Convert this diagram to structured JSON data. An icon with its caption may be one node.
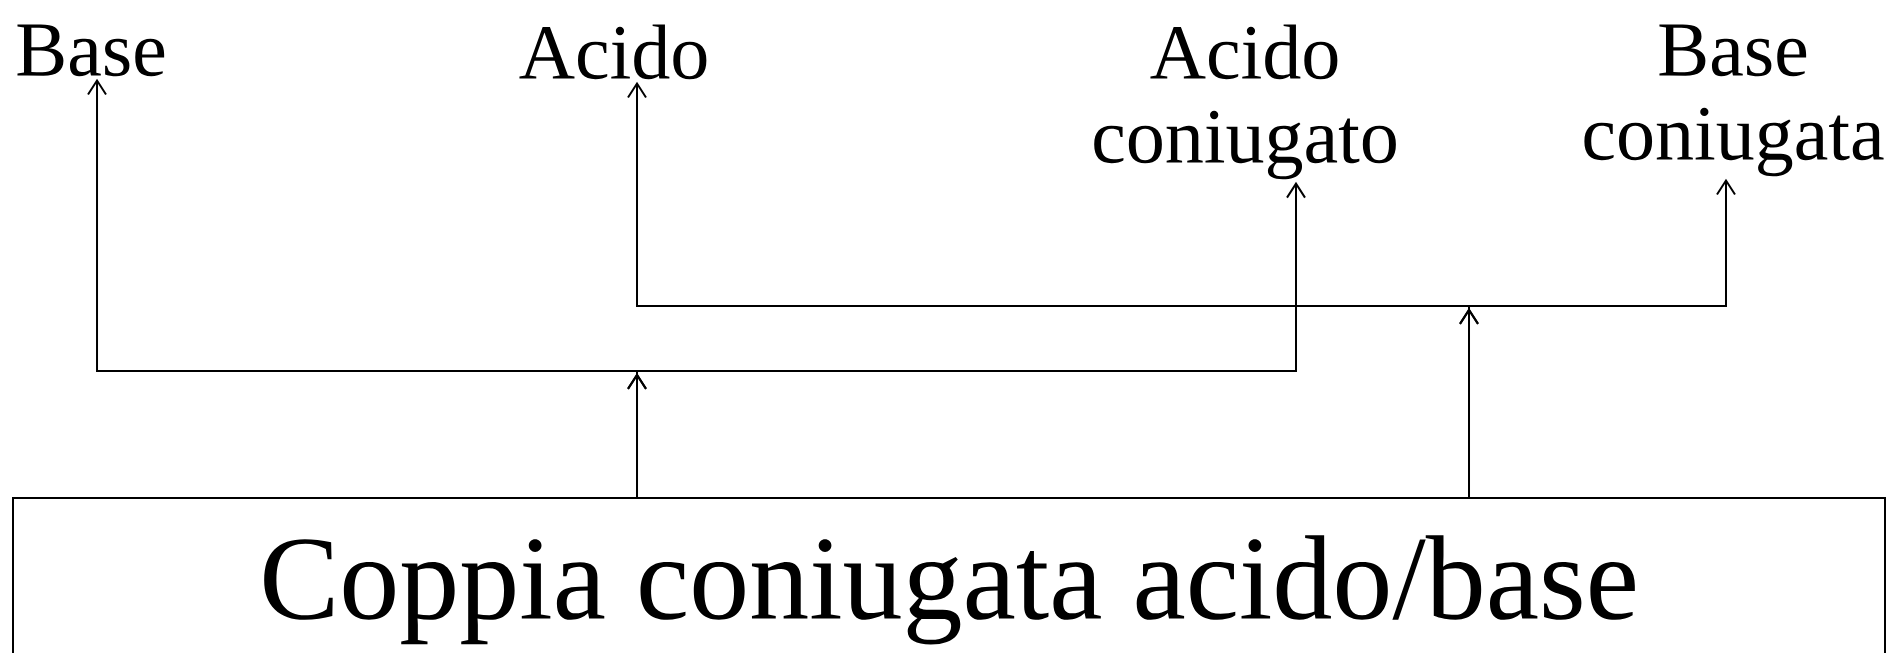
{
  "diagram": {
    "nodes": [
      {
        "text": [
          "Base"
        ]
      },
      {
        "text": [
          "Acido"
        ]
      },
      {
        "text": [
          "Acido coniugato"
        ]
      },
      {
        "text": [
          "Base coniugata"
        ]
      },
      {
        "text": [
          "Coppia coniugata acido/base"
        ]
      }
    ],
    "edges": [
      {
        "from": 4,
        "to": 0,
        "arrow": "to"
      },
      {
        "from": 4,
        "to": 2,
        "arrow": "to"
      },
      {
        "from": 4,
        "to": 1,
        "arrow": "to"
      },
      {
        "from": 4,
        "to": 3,
        "arrow": "to"
      }
    ]
  }
}
